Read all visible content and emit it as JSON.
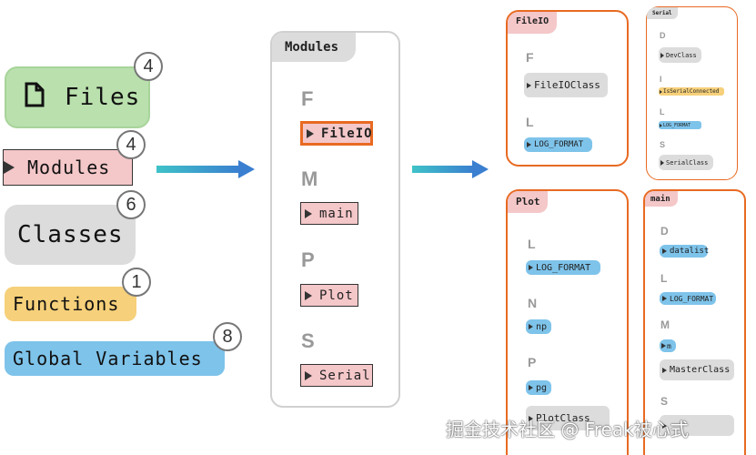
{
  "legend": [
    {
      "label": "Files",
      "count": "4"
    },
    {
      "label": "Modules",
      "count": "4"
    },
    {
      "label": "Classes",
      "count": "6"
    },
    {
      "label": "Functions",
      "count": "1"
    },
    {
      "label": "Global Variables",
      "count": "8"
    }
  ],
  "modules_panel": {
    "title": "Modules",
    "groups": [
      {
        "letter": "F",
        "item": "FileIO"
      },
      {
        "letter": "M",
        "item": "main"
      },
      {
        "letter": "P",
        "item": "Plot"
      },
      {
        "letter": "S",
        "item": "Serial"
      }
    ]
  },
  "fileio_panel": {
    "title": "FileIO",
    "groups": [
      {
        "letter": "F",
        "item": "FileIOClass"
      },
      {
        "letter": "L",
        "item": "LOG_FORMAT"
      }
    ]
  },
  "serial_panel": {
    "title": "Serial",
    "groups": [
      {
        "letter": "D",
        "item": "DevClass"
      },
      {
        "letter": "I",
        "item": "IsSerialConnected"
      },
      {
        "letter": "L",
        "item": "LOG_FORMAT"
      },
      {
        "letter": "S",
        "item": "SerialClass"
      }
    ]
  },
  "plot_panel": {
    "title": "Plot",
    "groups": [
      {
        "letter": "L",
        "item": "LOG_FORMAT"
      },
      {
        "letter": "N",
        "item": "np"
      },
      {
        "letter": "P",
        "item": "pg"
      },
      {
        "letter": "",
        "item": "PlotClass"
      }
    ]
  },
  "main_panel": {
    "title": "main",
    "groups": [
      {
        "letter": "D",
        "item": "datalist"
      },
      {
        "letter": "L",
        "item": "LOG_FORMAT"
      },
      {
        "letter": "M",
        "item": "m"
      },
      {
        "letter": "",
        "item": "MasterClass"
      },
      {
        "letter": "S",
        "item": ""
      }
    ]
  },
  "watermark": "掘金技术社区 @ Freak被心式",
  "colors": {
    "files": "#b9e0ad",
    "modules": "#f4c7c9",
    "classes": "#dcdcdc",
    "functions": "#f6d07a",
    "globals": "#7ec3ea",
    "highlight": "#e86a22",
    "arrow": "#3aa6c9"
  }
}
